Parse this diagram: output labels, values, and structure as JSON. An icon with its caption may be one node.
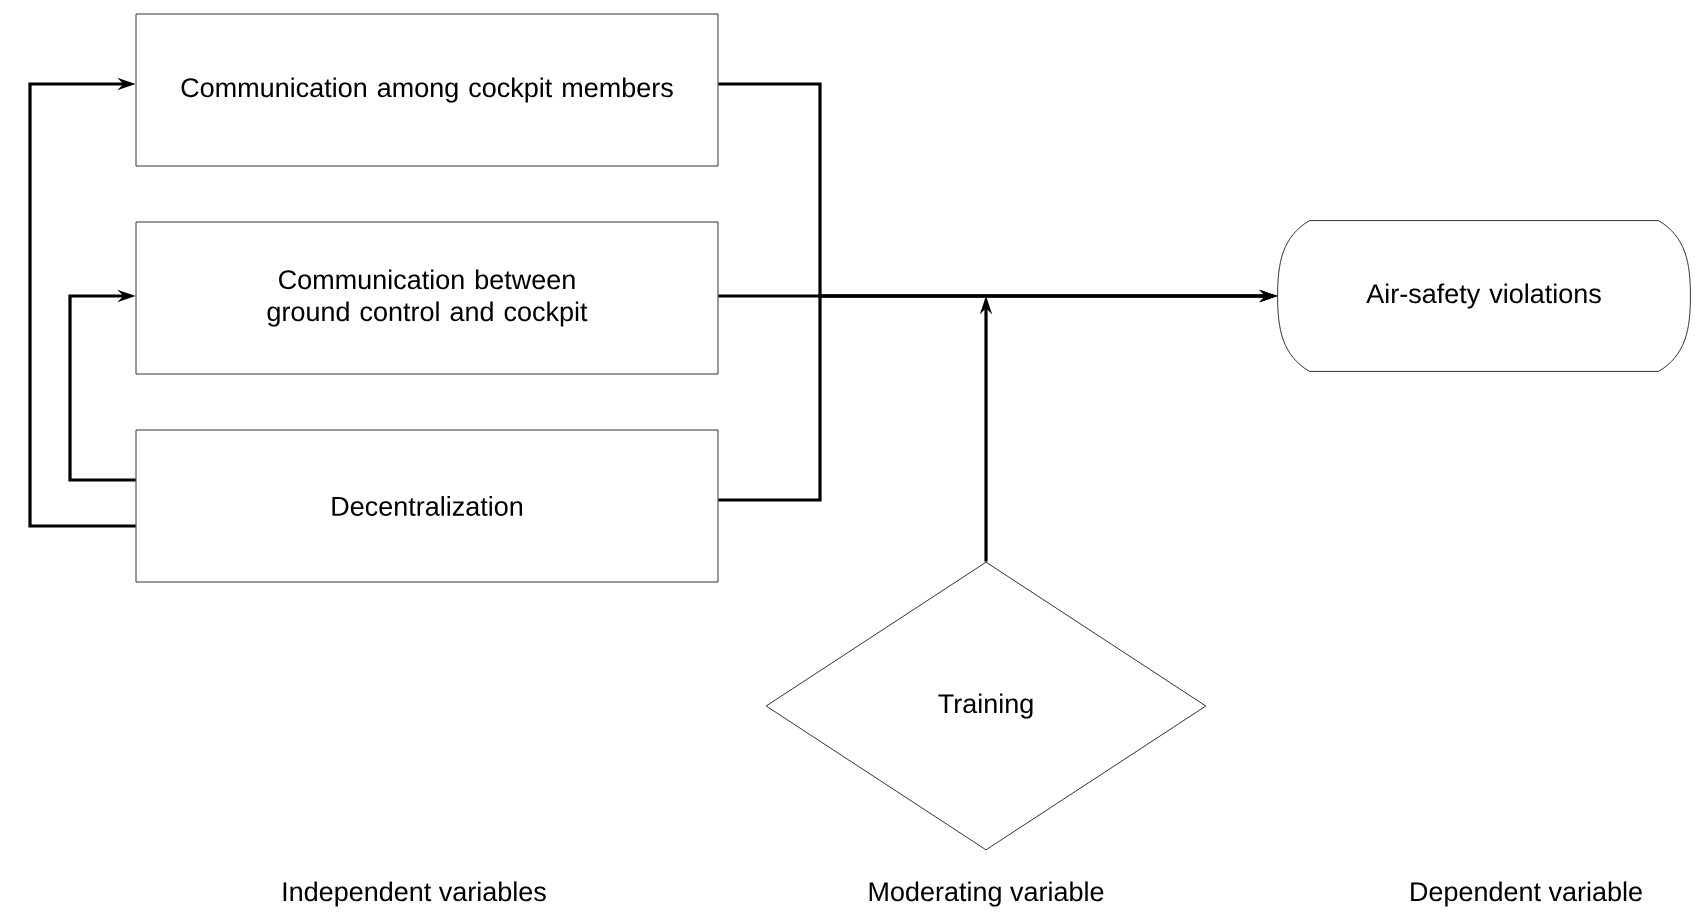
{
  "diagram": {
    "nodes": [
      {
        "text": [
          "Communication among cockpit members"
        ]
      },
      {
        "text": [
          "Communication between ground control and cockpit"
        ]
      },
      {
        "text": [
          "Decentralization"
        ]
      },
      {
        "text": [
          "Air-safety violations"
        ]
      },
      {
        "text": [
          "Training"
        ]
      }
    ],
    "edges": [
      {
        "from": 2,
        "to": 0,
        "arrow": "to"
      },
      {
        "from": 2,
        "to": 1,
        "arrow": "to"
      },
      {
        "from": 0,
        "to": 3,
        "arrow": "to"
      },
      {
        "from": 1,
        "to": 3,
        "arrow": "to"
      },
      {
        "from": 2,
        "to": 3,
        "arrow": "to"
      },
      {
        "from": 4,
        "to": null,
        "arrow": "to"
      }
    ],
    "labels": [
      "Independent variables",
      "Moderating variable",
      "Dependent variable"
    ]
  }
}
